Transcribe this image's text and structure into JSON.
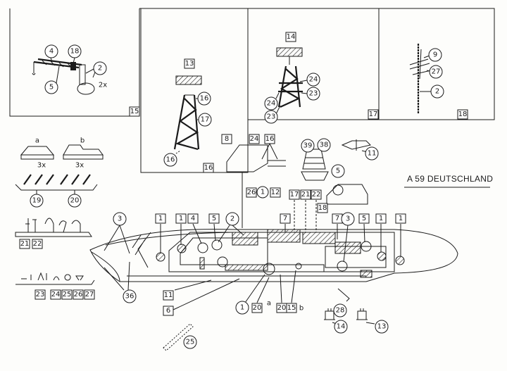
{
  "title": "A 59 DEUTSCHLAND",
  "panels": [
    {
      "number": "15"
    },
    {
      "number": "16"
    },
    {
      "number": "17"
    },
    {
      "number": "18"
    }
  ],
  "panel15": {
    "c4": "4",
    "c18": "18",
    "c2": "2",
    "c5": "5",
    "note": "2x"
  },
  "panel16": {
    "b13": "13",
    "c16a": "16",
    "c17": "17",
    "c16b": "16"
  },
  "panel17": {
    "b14": "14",
    "c24a": "24",
    "c23a": "23",
    "c24b": "24",
    "c23b": "23"
  },
  "panel18": {
    "c9": "9",
    "c27": "27",
    "c2": "2"
  },
  "left_parts": {
    "a": "a",
    "b": "b",
    "count_a": "3x",
    "count_b": "3x",
    "c19": "19",
    "c20": "20",
    "b21": "21",
    "b22": "22",
    "b23": "23",
    "b24": "24",
    "b25": "25",
    "b26": "26",
    "b27": "27"
  },
  "callouts": {
    "c3": "3",
    "c36": "36",
    "b11": "11",
    "b6": "6",
    "b1_a": "1",
    "b1_b": "1",
    "b4": "4",
    "b5_a": "5",
    "c2": "2",
    "b8": "8",
    "b24": "24",
    "b16": "16",
    "b26": "26",
    "c1_top": "1",
    "b12": "12",
    "c39": "39",
    "c38": "38",
    "c11": "11",
    "c5": "5",
    "b17": "17",
    "b21": "21",
    "b22": "22",
    "b18": "18",
    "b7_a": "7",
    "b7_b": "7",
    "c3_b": "3",
    "b5_b": "5",
    "b1_c": "1",
    "b1_d": "1",
    "c1_bottom": "1",
    "b20_a": "20",
    "a": "a",
    "b20_b": "20",
    "b15": "15",
    "b": "b",
    "c28": "28",
    "c14": "14",
    "c13": "13",
    "c25": "25"
  }
}
